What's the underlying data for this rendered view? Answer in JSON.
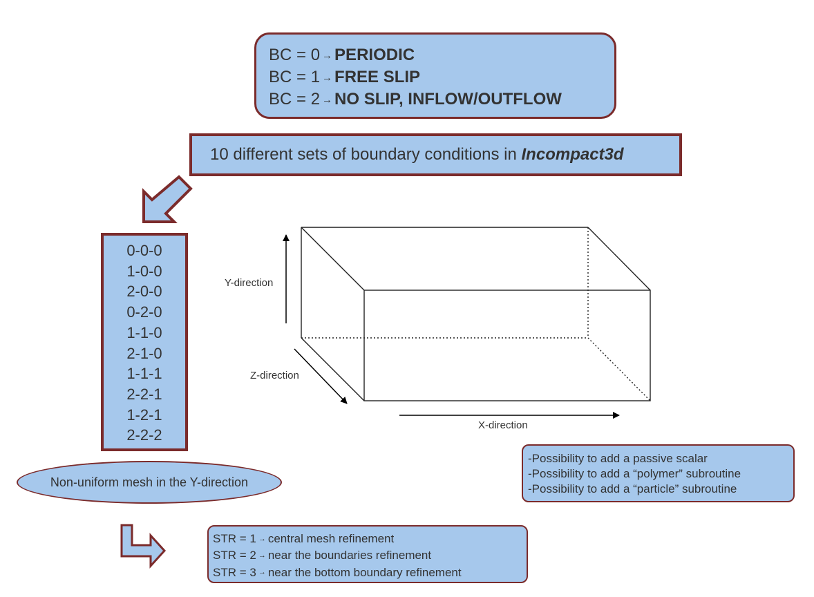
{
  "boundary_codes": [
    {
      "prefix": "BC = 0",
      "arrow": "→",
      "meaning": "PERIODIC"
    },
    {
      "prefix": "BC = 1",
      "arrow": "→",
      "meaning": "FREE SLIP"
    },
    {
      "prefix": "BC = 2",
      "arrow": "→",
      "meaning": "NO SLIP, INFLOW/OUTFLOW"
    }
  ],
  "sets_banner": {
    "text": "10 different sets of boundary conditions in ",
    "code_name": "Incompact3d"
  },
  "combinations": [
    "0-0-0",
    "1-0-0",
    "2-0-0",
    "0-2-0",
    "1-1-0",
    "2-1-0",
    "1-1-1",
    "2-2-1",
    "1-2-1",
    "2-2-2"
  ],
  "mesh_note": "Non-uniform mesh in the Y-direction",
  "axes": {
    "y": "Y-direction",
    "z": "Z-direction",
    "x": "X-direction"
  },
  "options": [
    "-Possibility to add a passive scalar",
    "-Possibility to add a “polymer” subroutine",
    "-Possibility to add a “particle” subroutine"
  ],
  "stretching": [
    {
      "prefix": "STR = 1",
      "arrow": "→",
      "meaning": "central mesh refinement"
    },
    {
      "prefix": "STR = 2",
      "arrow": "→",
      "meaning": "near the boundaries refinement"
    },
    {
      "prefix": "STR = 3",
      "arrow": "→",
      "meaning": "near the bottom boundary refinement"
    }
  ],
  "colors": {
    "box_fill": "#a6c8ec",
    "box_border": "#7b2b2b",
    "text": "#333333"
  }
}
